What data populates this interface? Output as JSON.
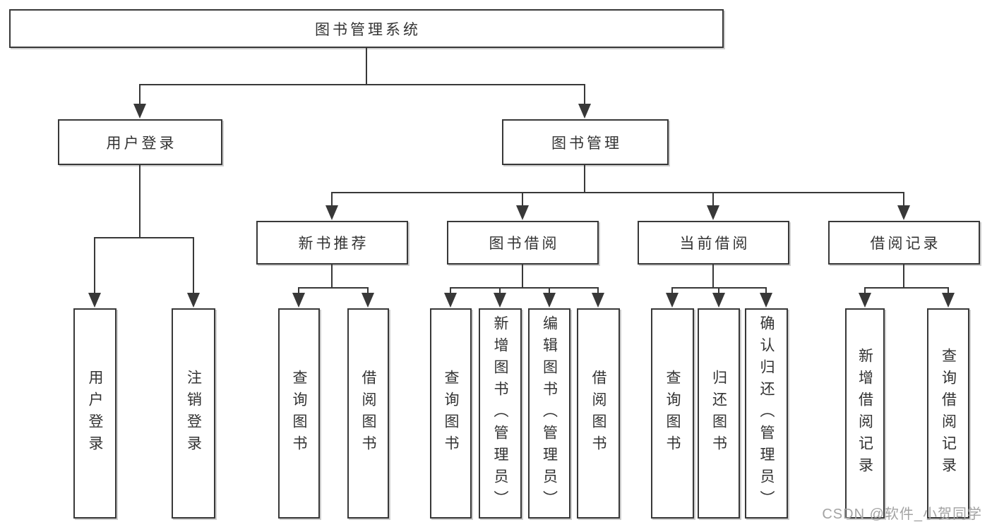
{
  "nodes": {
    "root": "图书管理系统",
    "level2": [
      "用户登录",
      "图书管理"
    ],
    "level3": [
      "新书推荐",
      "图书借阅",
      "当前借阅",
      "借阅记录"
    ],
    "leaves": [
      "用户登录",
      "注销登录",
      "查询图书",
      "借阅图书",
      "查询图书",
      "新增图书（管理员）",
      "编辑图书（管理员）",
      "借阅图书",
      "查询图书",
      "归还图书",
      "确认归还（管理员）",
      "新增借阅记录",
      "查询借阅记录"
    ]
  },
  "watermark": "CSDN @软件_小贺同学",
  "colors": {
    "line": "#383838",
    "text": "#333333",
    "background": "#ffffff",
    "watermark": "#a3a3a3"
  }
}
